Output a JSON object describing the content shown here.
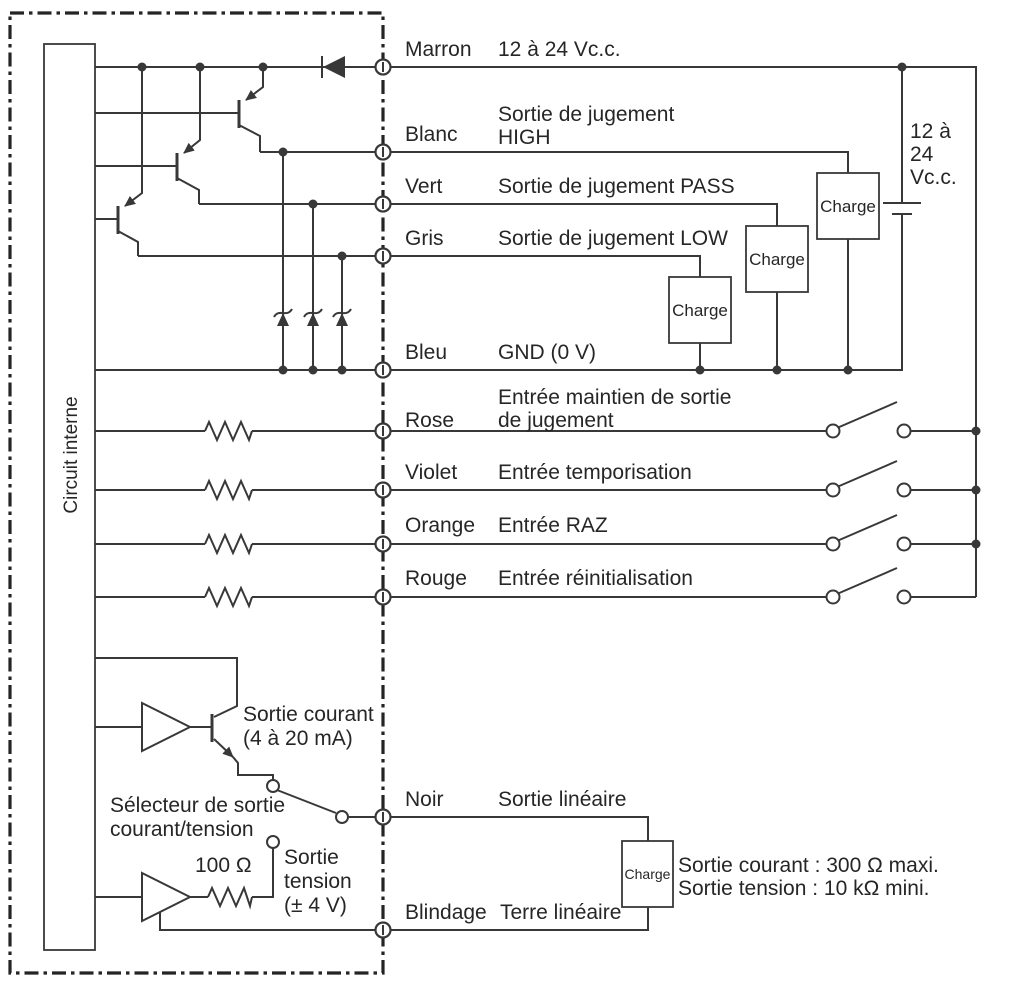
{
  "ink_color": "#383838",
  "internal_circuit_label": "Circuit interne",
  "charge_label": "Charge",
  "supply_label_lines": [
    "12 à",
    "24",
    "Vc.c."
  ],
  "wires": [
    {
      "color": "Marron",
      "lines": [
        "12 à 24 Vc.c."
      ]
    },
    {
      "color": "Blanc",
      "lines": [
        "Sortie de jugement",
        "HIGH"
      ]
    },
    {
      "color": "Vert",
      "lines": [
        "Sortie de jugement PASS"
      ]
    },
    {
      "color": "Gris",
      "lines": [
        "Sortie de jugement LOW"
      ]
    },
    {
      "color": "Bleu",
      "lines": [
        "GND (0 V)"
      ]
    },
    {
      "color": "Rose",
      "lines": [
        "Entrée maintien de sortie",
        "de jugement"
      ]
    },
    {
      "color": "Violet",
      "lines": [
        "Entrée temporisation"
      ]
    },
    {
      "color": "Orange",
      "lines": [
        "Entrée RAZ"
      ]
    },
    {
      "color": "Rouge",
      "lines": [
        "Entrée réinitialisation"
      ]
    },
    {
      "color": "Noir",
      "lines": [
        "Sortie linéaire"
      ]
    },
    {
      "color": "Blindage",
      "lines": [
        "Terre linéaire"
      ]
    }
  ],
  "current_output_label": [
    "Sortie courant",
    "(4 à 20 mA)"
  ],
  "selector_label": [
    "Sélecteur de sortie",
    "courant/tension"
  ],
  "resistor_value": "100 Ω",
  "voltage_output_label": [
    "Sortie",
    "tension",
    "(± 4 V)"
  ],
  "load_note": [
    "Sortie courant : 300 Ω maxi.",
    "Sortie tension : 10 kΩ mini."
  ]
}
